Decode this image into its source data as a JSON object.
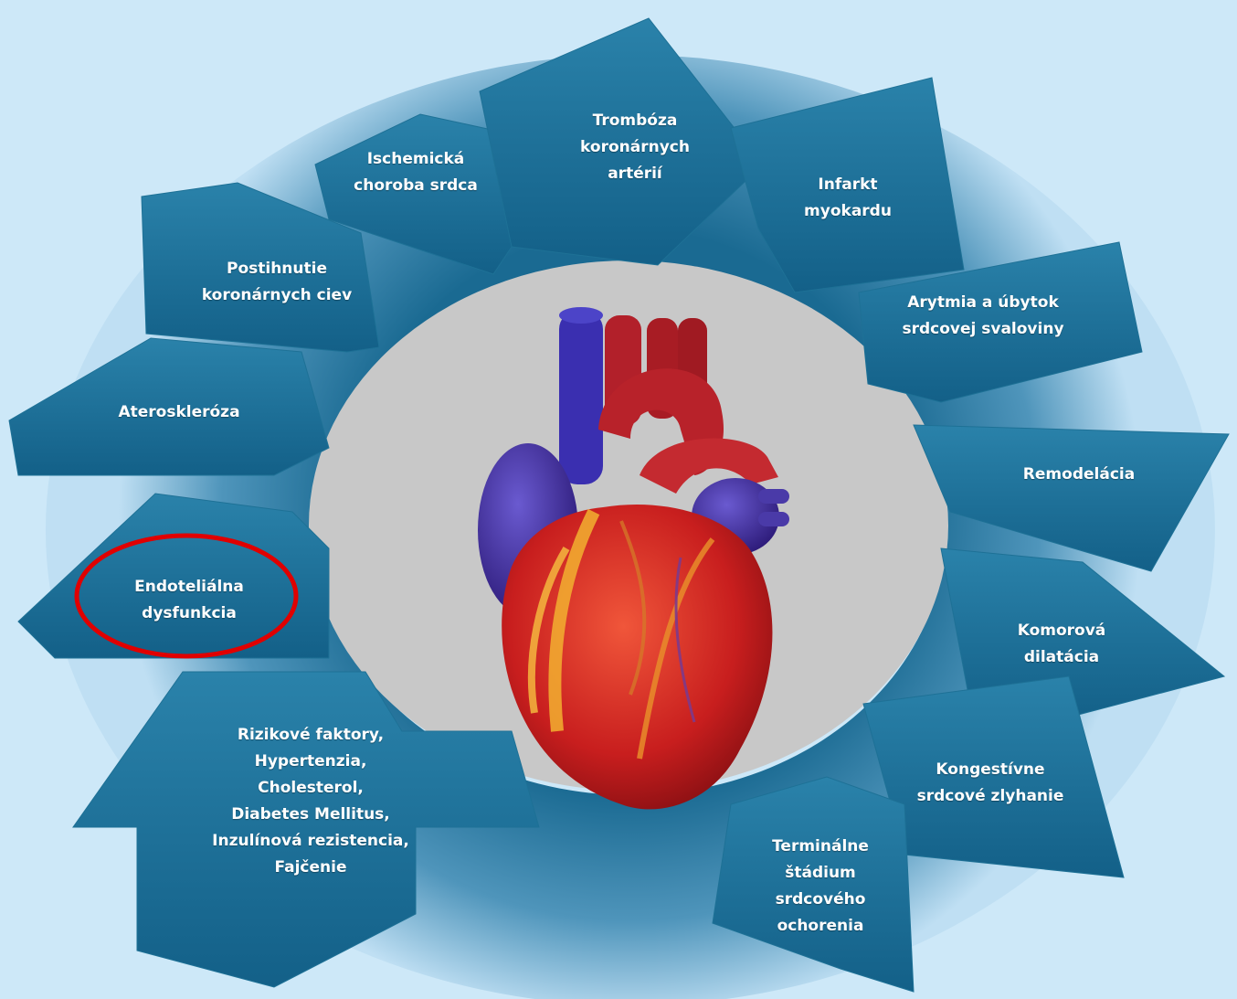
{
  "diagram": {
    "colors": {
      "background": "#cde8f8",
      "ring_outer": "#c8e4f6",
      "ring_inner": "#1d6e96",
      "arrow": "#1e7196",
      "center_disk": "#c8c8c8",
      "highlight_circle": "#e00000"
    },
    "center_image": "heart-illustration",
    "stages": [
      {
        "id": "risk-factors",
        "lines": [
          "Rizikové faktory,",
          "Hypertenzia,",
          "Cholesterol,",
          "Diabetes Mellitus,",
          "Inzulínová rezistencia,",
          "Fajčenie"
        ]
      },
      {
        "id": "endothelial-dysfunction",
        "lines": [
          "Endoteliálna",
          "dysfunkcia"
        ],
        "highlighted": true
      },
      {
        "id": "atherosclerosis",
        "lines": [
          "Ateroskleróza"
        ]
      },
      {
        "id": "coronary-vessel-damage",
        "lines": [
          "Postihnutie",
          "koronárnych ciev"
        ]
      },
      {
        "id": "ischemic-heart-disease",
        "lines": [
          "Ischemická",
          "choroba srdca"
        ]
      },
      {
        "id": "coronary-thrombosis",
        "lines": [
          "Trombóza",
          "koronárnych",
          "artérií"
        ]
      },
      {
        "id": "myocardial-infarction",
        "lines": [
          "Infarkt",
          "myokardu"
        ]
      },
      {
        "id": "arrhythmia",
        "lines": [
          "Arytmia a úbytok",
          "srdcovej svaloviny"
        ]
      },
      {
        "id": "remodeling",
        "lines": [
          "Remodelácia"
        ]
      },
      {
        "id": "ventricular-dilation",
        "lines": [
          "Komorová",
          "dilatácia"
        ]
      },
      {
        "id": "congestive-heart-failure",
        "lines": [
          "Kongestívne",
          "srdcové zlyhanie"
        ]
      },
      {
        "id": "end-stage",
        "lines": [
          "Terminálne",
          "štádium",
          "srdcového",
          "ochorenia"
        ]
      }
    ]
  }
}
